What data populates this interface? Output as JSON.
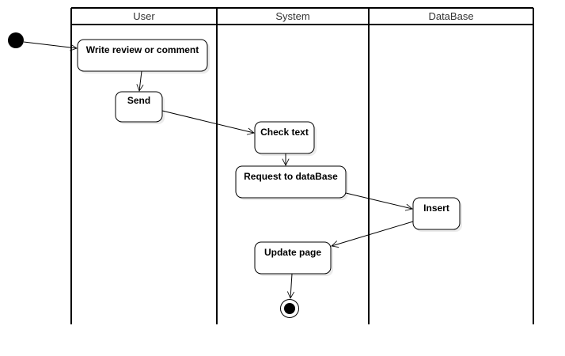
{
  "lanes": [
    {
      "title": "User"
    },
    {
      "title": "System"
    },
    {
      "title": "DataBase"
    }
  ],
  "activities": {
    "write": "Write review or comment",
    "send": "Send",
    "check": "Check text",
    "request": "Request to dataBase",
    "insert": "Insert",
    "update": "Update page"
  },
  "colors": {
    "line": "#000000",
    "text": "#000000",
    "lane_title": "#333333",
    "background": "#ffffff"
  }
}
